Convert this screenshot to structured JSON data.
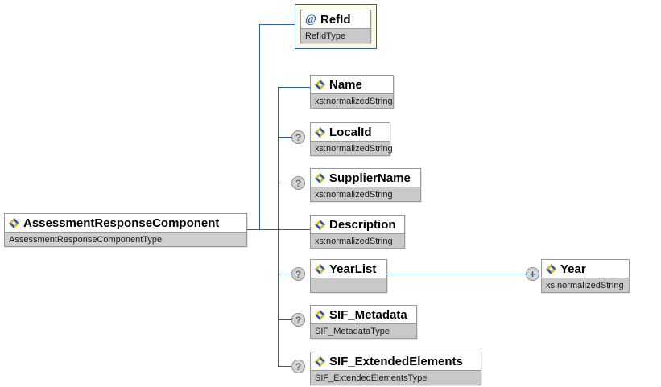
{
  "diagram": {
    "title": "AssessmentResponseComponent XML Schema Diagram",
    "colors": {
      "connector": "#2f5f91",
      "node_border": "#9a9a9a",
      "type_strip": "#c9c9c9",
      "attribute_frame_fill": "#fbfbe8",
      "attribute_frame_border": "#2f5f91",
      "marker_fill": "#d4d4d4"
    },
    "root": {
      "name": "AssessmentResponseComponent",
      "type": "AssessmentResponseComponentType",
      "icon": "element-icon",
      "optional": false
    },
    "attribute": {
      "name": "RefId",
      "type": "RefIdType",
      "icon": "attribute-at-icon",
      "optional": false
    },
    "children": [
      {
        "name": "Name",
        "type": "xs:normalizedString",
        "icon": "element-icon",
        "optional": false,
        "marker": ""
      },
      {
        "name": "LocalId",
        "type": "xs:normalizedString",
        "icon": "element-icon",
        "optional": true,
        "marker": "?"
      },
      {
        "name": "SupplierName",
        "type": "xs:normalizedString",
        "icon": "element-icon",
        "optional": true,
        "marker": "?"
      },
      {
        "name": "Description",
        "type": "xs:normalizedString",
        "icon": "element-icon",
        "optional": false,
        "marker": ""
      },
      {
        "name": "YearList",
        "type": "",
        "icon": "element-icon",
        "optional": true,
        "marker": "?"
      },
      {
        "name": "SIF_Metadata",
        "type": "SIF_MetadataType",
        "icon": "element-icon",
        "optional": true,
        "marker": "?"
      },
      {
        "name": "SIF_ExtendedElements",
        "type": "SIF_ExtendedElementsType",
        "icon": "element-icon",
        "optional": true,
        "marker": "?"
      }
    ],
    "grandchild": {
      "parent": "YearList",
      "name": "Year",
      "type": "xs:normalizedString",
      "icon": "element-icon",
      "expandable": true,
      "marker": "+"
    }
  }
}
